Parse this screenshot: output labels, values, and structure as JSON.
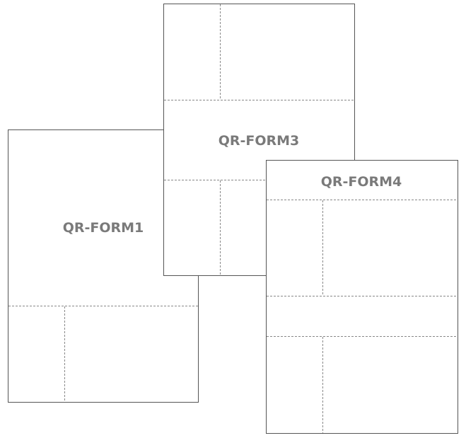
{
  "forms": [
    {
      "id": "form1",
      "label": "QR-FORM1"
    },
    {
      "id": "form3",
      "label": "QR-FORM3"
    },
    {
      "id": "form4",
      "label": "QR-FORM4"
    }
  ],
  "colors": {
    "border": "#555555",
    "guide": "#888888",
    "label": "#7a7a7a",
    "background": "#ffffff"
  }
}
